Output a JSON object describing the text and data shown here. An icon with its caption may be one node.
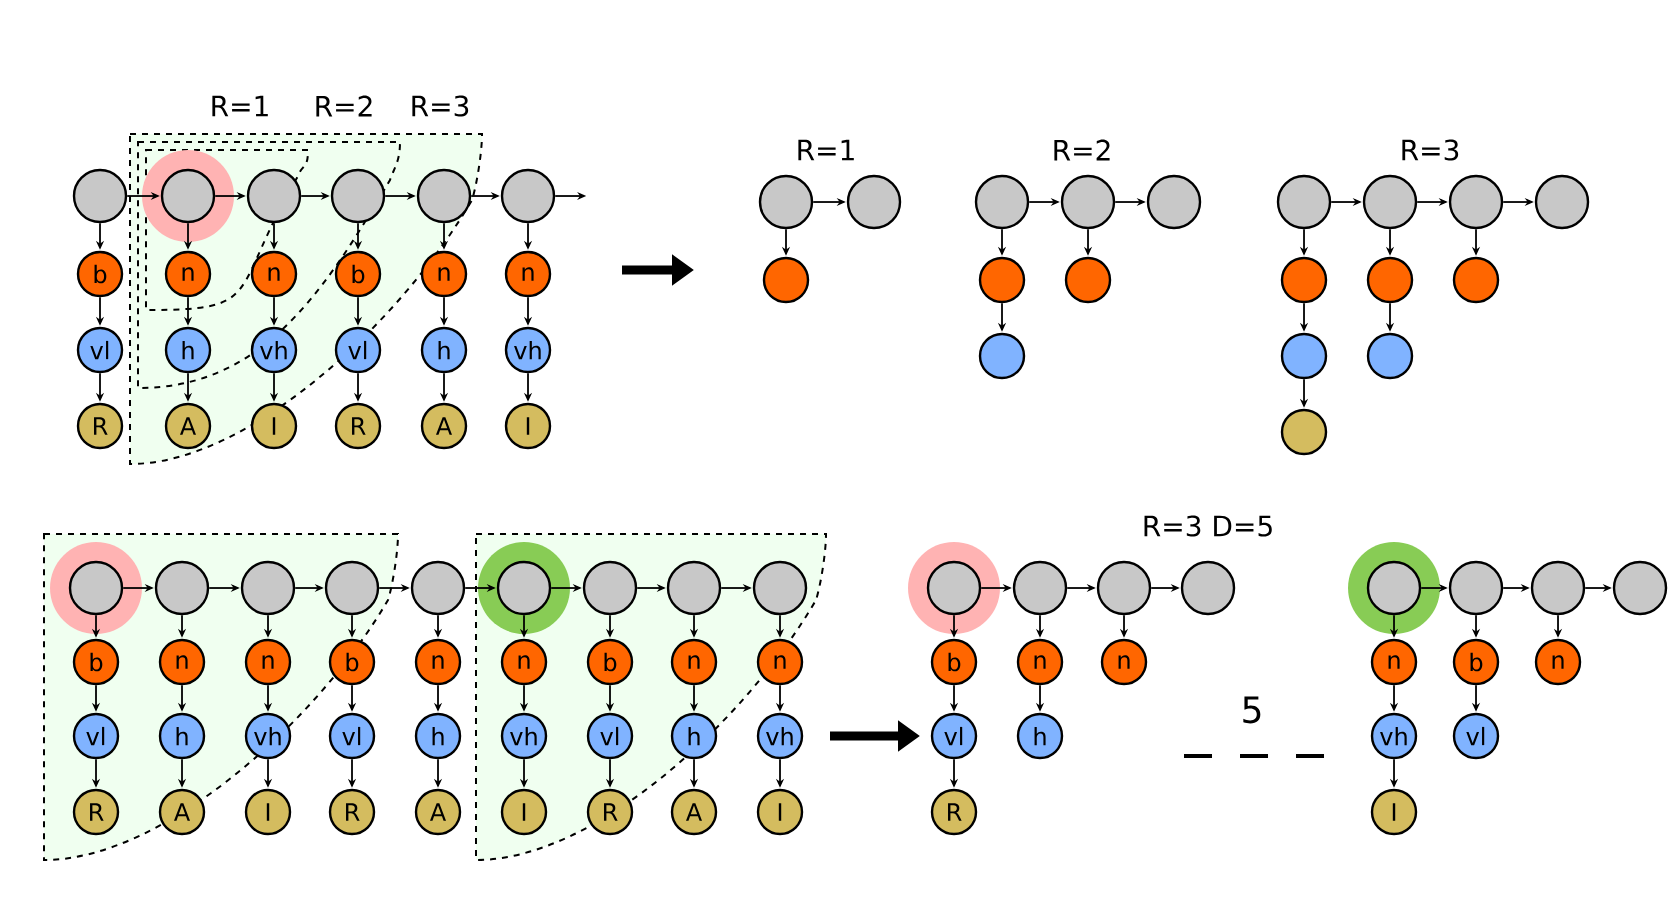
{
  "diagram": {
    "nodes": [
      {
        "text": [],
        "shape": "circle"
      },
      {
        "text": [],
        "shape": "circle"
      },
      {
        "text": [],
        "shape": "circle"
      },
      {
        "text": [],
        "shape": "circle"
      },
      {
        "text": [],
        "shape": "circle"
      },
      {
        "text": [],
        "shape": "circle"
      },
      {
        "text": [
          "b"
        ]
      },
      {
        "text": [
          "n"
        ]
      },
      {
        "text": [
          "n"
        ]
      },
      {
        "text": [
          "b"
        ]
      },
      {
        "text": [
          "n"
        ]
      },
      {
        "text": [
          "n"
        ]
      },
      {
        "text": [
          "vl"
        ]
      },
      {
        "text": [
          "h"
        ]
      },
      {
        "text": [
          "vh"
        ]
      },
      {
        "text": [
          "vl"
        ]
      },
      {
        "text": [
          "h"
        ]
      },
      {
        "text": [
          "vh"
        ]
      },
      {
        "text": [
          "R"
        ]
      },
      {
        "text": [
          "A"
        ]
      },
      {
        "text": [
          "I"
        ]
      },
      {
        "text": [
          "R"
        ]
      },
      {
        "text": [
          "A"
        ]
      },
      {
        "text": [
          "I"
        ]
      },
      {
        "text": [],
        "shape": "circle"
      },
      {
        "text": [],
        "shape": "circle"
      },
      {
        "text": [],
        "shape": "circle"
      },
      {
        "text": [],
        "shape": "circle"
      },
      {
        "text": [],
        "shape": "circle"
      },
      {
        "text": [],
        "shape": "circle"
      },
      {
        "text": [],
        "shape": "circle"
      },
      {
        "text": [],
        "shape": "circle"
      },
      {
        "text": [],
        "shape": "circle"
      },
      {
        "text": [],
        "shape": "circle"
      },
      {
        "text": [],
        "shape": "circle"
      },
      {
        "text": [],
        "shape": "circle"
      },
      {
        "text": [],
        "shape": "circle"
      },
      {
        "text": [],
        "shape": "circle"
      },
      {
        "text": [],
        "shape": "circle"
      },
      {
        "text": [],
        "shape": "circle"
      },
      {
        "text": [],
        "shape": "circle"
      },
      {
        "text": [],
        "shape": "circle"
      },
      {
        "text": [],
        "shape": "circle"
      },
      {
        "text": [],
        "shape": "circle"
      },
      {
        "text": [],
        "shape": "circle"
      },
      {
        "text": [],
        "shape": "circle"
      },
      {
        "text": [],
        "shape": "circle"
      },
      {
        "text": [],
        "shape": "circle"
      },
      {
        "text": [],
        "shape": "circle"
      },
      {
        "text": [],
        "shape": "circle"
      },
      {
        "text": [],
        "shape": "circle"
      },
      {
        "text": [],
        "shape": "circle"
      },
      {
        "text": [
          "b"
        ]
      },
      {
        "text": [
          "n"
        ]
      },
      {
        "text": [
          "n"
        ]
      },
      {
        "text": [
          "b"
        ]
      },
      {
        "text": [
          "n"
        ]
      },
      {
        "text": [
          "n"
        ]
      },
      {
        "text": [
          "b"
        ]
      },
      {
        "text": [
          "n"
        ]
      },
      {
        "text": [
          "n"
        ]
      },
      {
        "text": [
          "vl"
        ]
      },
      {
        "text": [
          "h"
        ]
      },
      {
        "text": [
          "vh"
        ]
      },
      {
        "text": [
          "vl"
        ]
      },
      {
        "text": [
          "h"
        ]
      },
      {
        "text": [
          "vh"
        ]
      },
      {
        "text": [
          "vl"
        ]
      },
      {
        "text": [
          "h"
        ]
      },
      {
        "text": [
          "vh"
        ]
      },
      {
        "text": [
          "R"
        ]
      },
      {
        "text": [
          "A"
        ]
      },
      {
        "text": [
          "I"
        ]
      },
      {
        "text": [
          "R"
        ]
      },
      {
        "text": [
          "A"
        ]
      },
      {
        "text": [
          "I"
        ]
      },
      {
        "text": [
          "R"
        ]
      },
      {
        "text": [
          "A"
        ]
      },
      {
        "text": [
          "I"
        ]
      },
      {
        "text": [],
        "shape": "circle"
      },
      {
        "text": [],
        "shape": "circle"
      },
      {
        "text": [],
        "shape": "circle"
      },
      {
        "text": [],
        "shape": "circle"
      },
      {
        "text": [
          "b"
        ]
      },
      {
        "text": [
          "n"
        ]
      },
      {
        "text": [
          "n"
        ]
      },
      {
        "text": [
          "vl"
        ]
      },
      {
        "text": [
          "h"
        ]
      },
      {
        "text": [
          "R"
        ]
      },
      {
        "text": [],
        "shape": "circle"
      },
      {
        "text": [],
        "shape": "circle"
      },
      {
        "text": [],
        "shape": "circle"
      },
      {
        "text": [],
        "shape": "circle"
      },
      {
        "text": [
          "n"
        ]
      },
      {
        "text": [
          "b"
        ]
      },
      {
        "text": [
          "n"
        ]
      },
      {
        "text": [
          "vh"
        ]
      },
      {
        "text": [
          "vl"
        ]
      },
      {
        "text": [
          "I"
        ]
      }
    ],
    "edges": [
      {
        "from": 0,
        "to": 1,
        "arrow": "to"
      },
      {
        "from": 1,
        "to": 2,
        "arrow": "to"
      },
      {
        "from": 2,
        "to": 3,
        "arrow": "to"
      },
      {
        "from": 3,
        "to": 4,
        "arrow": "to"
      },
      {
        "from": 4,
        "to": 5,
        "arrow": "to"
      },
      {
        "from": 5,
        "to": null,
        "arrow": "to"
      },
      {
        "from": 0,
        "to": 6,
        "arrow": "to"
      },
      {
        "from": 1,
        "to": 7,
        "arrow": "to"
      },
      {
        "from": 2,
        "to": 8,
        "arrow": "to"
      },
      {
        "from": 3,
        "to": 9,
        "arrow": "to"
      },
      {
        "from": 4,
        "to": 10,
        "arrow": "to"
      },
      {
        "from": 5,
        "to": 11,
        "arrow": "to"
      },
      {
        "from": 6,
        "to": 12,
        "arrow": "to"
      },
      {
        "from": 7,
        "to": 13,
        "arrow": "to"
      },
      {
        "from": 8,
        "to": 14,
        "arrow": "to"
      },
      {
        "from": 9,
        "to": 15,
        "arrow": "to"
      },
      {
        "from": 10,
        "to": 16,
        "arrow": "to"
      },
      {
        "from": 11,
        "to": 17,
        "arrow": "to"
      },
      {
        "from": 12,
        "to": 18,
        "arrow": "to"
      },
      {
        "from": 13,
        "to": 19,
        "arrow": "to"
      },
      {
        "from": 14,
        "to": 20,
        "arrow": "to"
      },
      {
        "from": 15,
        "to": 21,
        "arrow": "to"
      },
      {
        "from": 16,
        "to": 22,
        "arrow": "to"
      },
      {
        "from": 17,
        "to": 23,
        "arrow": "to"
      },
      {
        "from": 24,
        "to": 25,
        "arrow": "to"
      },
      {
        "from": 24,
        "to": 26,
        "arrow": "to"
      },
      {
        "from": 27,
        "to": 28,
        "arrow": "to"
      },
      {
        "from": 28,
        "to": 29,
        "arrow": "to"
      },
      {
        "from": 27,
        "to": 30,
        "arrow": "to"
      },
      {
        "from": 28,
        "to": 31,
        "arrow": "to"
      },
      {
        "from": 30,
        "to": 32,
        "arrow": "to"
      },
      {
        "from": 33,
        "to": 34,
        "arrow": "to"
      },
      {
        "from": 34,
        "to": 35,
        "arrow": "to"
      },
      {
        "from": 35,
        "to": 36,
        "arrow": "to"
      },
      {
        "from": 33,
        "to": 37,
        "arrow": "to"
      },
      {
        "from": 34,
        "to": 38,
        "arrow": "to"
      },
      {
        "from": 35,
        "to": 39,
        "arrow": "to"
      },
      {
        "from": 37,
        "to": 40,
        "arrow": "to"
      },
      {
        "from": 38,
        "to": 41,
        "arrow": "to"
      },
      {
        "from": 40,
        "to": 42,
        "arrow": "to"
      },
      {
        "from": 43,
        "to": 44,
        "arrow": "to"
      },
      {
        "from": 44,
        "to": 45,
        "arrow": "to"
      },
      {
        "from": 45,
        "to": 46,
        "arrow": "to"
      },
      {
        "from": 46,
        "to": 47,
        "arrow": "to"
      },
      {
        "from": 47,
        "to": 48,
        "arrow": "to"
      },
      {
        "from": 48,
        "to": 49,
        "arrow": "to"
      },
      {
        "from": 49,
        "to": 50,
        "arrow": "to"
      },
      {
        "from": 50,
        "to": 51,
        "arrow": "to"
      },
      {
        "from": 43,
        "to": 52,
        "arrow": "to"
      },
      {
        "from": 44,
        "to": 53,
        "arrow": "to"
      },
      {
        "from": 45,
        "to": 54,
        "arrow": "to"
      },
      {
        "from": 46,
        "to": 55,
        "arrow": "to"
      },
      {
        "from": 47,
        "to": 56,
        "arrow": "to"
      },
      {
        "from": 48,
        "to": 57,
        "arrow": "to"
      },
      {
        "from": 49,
        "to": 58,
        "arrow": "to"
      },
      {
        "from": 50,
        "to": 59,
        "arrow": "to"
      },
      {
        "from": 51,
        "to": 60,
        "arrow": "to"
      },
      {
        "from": 52,
        "to": 61,
        "arrow": "to"
      },
      {
        "from": 53,
        "to": 62,
        "arrow": "to"
      },
      {
        "from": 54,
        "to": 63,
        "arrow": "to"
      },
      {
        "from": 55,
        "to": 64,
        "arrow": "to"
      },
      {
        "from": 56,
        "to": 65,
        "arrow": "to"
      },
      {
        "from": 57,
        "to": 66,
        "arrow": "to"
      },
      {
        "from": 58,
        "to": 67,
        "arrow": "to"
      },
      {
        "from": 59,
        "to": 68,
        "arrow": "to"
      },
      {
        "from": 60,
        "to": 69,
        "arrow": "to"
      },
      {
        "from": 61,
        "to": 70,
        "arrow": "to"
      },
      {
        "from": 62,
        "to": 71,
        "arrow": "to"
      },
      {
        "from": 63,
        "to": 72,
        "arrow": "to"
      },
      {
        "from": 64,
        "to": 73,
        "arrow": "to"
      },
      {
        "from": 65,
        "to": 74,
        "arrow": "to"
      },
      {
        "from": 66,
        "to": 75,
        "arrow": "to"
      },
      {
        "from": 67,
        "to": 76,
        "arrow": "to"
      },
      {
        "from": 68,
        "to": 77,
        "arrow": "to"
      },
      {
        "from": 69,
        "to": 78,
        "arrow": "to"
      },
      {
        "from": 79,
        "to": 80,
        "arrow": "to"
      },
      {
        "from": 80,
        "to": 81,
        "arrow": "to"
      },
      {
        "from": 81,
        "to": 82,
        "arrow": "to"
      },
      {
        "from": 79,
        "to": 83,
        "arrow": "to"
      },
      {
        "from": 80,
        "to": 84,
        "arrow": "to"
      },
      {
        "from": 81,
        "to": 85,
        "arrow": "to"
      },
      {
        "from": 83,
        "to": 86,
        "arrow": "to"
      },
      {
        "from": 84,
        "to": 87,
        "arrow": "to"
      },
      {
        "from": 86,
        "to": 88,
        "arrow": "to"
      },
      {
        "from": 89,
        "to": 90,
        "arrow": "to"
      },
      {
        "from": 90,
        "to": 91,
        "arrow": "to"
      },
      {
        "from": 91,
        "to": 92,
        "arrow": "to"
      },
      {
        "from": 89,
        "to": 93,
        "arrow": "to"
      },
      {
        "from": 90,
        "to": 94,
        "arrow": "to"
      },
      {
        "from": 91,
        "to": 95,
        "arrow": "to"
      },
      {
        "from": 93,
        "to": 96,
        "arrow": "to"
      },
      {
        "from": 94,
        "to": 97,
        "arrow": "to"
      },
      {
        "from": 96,
        "to": 98,
        "arrow": "to"
      }
    ],
    "labels": [
      "R=1",
      "R=2",
      "R=3",
      "R=1",
      "R=2",
      "R=3",
      "R=3 D=5",
      "5"
    ]
  }
}
